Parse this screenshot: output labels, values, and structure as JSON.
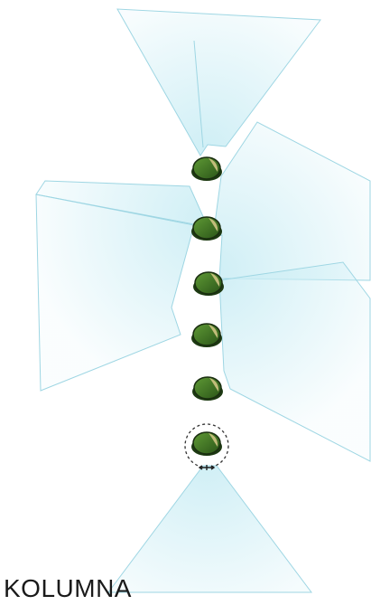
{
  "caption": "KOLUMNA",
  "colors": {
    "sector_fill": "#cdeef5",
    "sector_edge": "#8fd0de",
    "helmet_dark": "#2f5e1d",
    "helmet_mid": "#4f8a2e",
    "helmet_highlight": "#d8c98a",
    "helmet_outline": "#1a2e10",
    "leader_ring": "#333333",
    "background": "#ffffff"
  },
  "formation": {
    "name": "KOLUMNA",
    "soldier_count": 6,
    "leader_position": "rear",
    "soldiers": [
      {
        "id": 1,
        "role": "point"
      },
      {
        "id": 2,
        "role": "member"
      },
      {
        "id": 3,
        "role": "member"
      },
      {
        "id": 4,
        "role": "member"
      },
      {
        "id": 5,
        "role": "member"
      },
      {
        "id": 6,
        "role": "leader"
      }
    ],
    "icons": {
      "soldier": "helmet-icon",
      "leader_marker": "dashed-circle-icon",
      "compass": "compass-rose-icon"
    }
  }
}
